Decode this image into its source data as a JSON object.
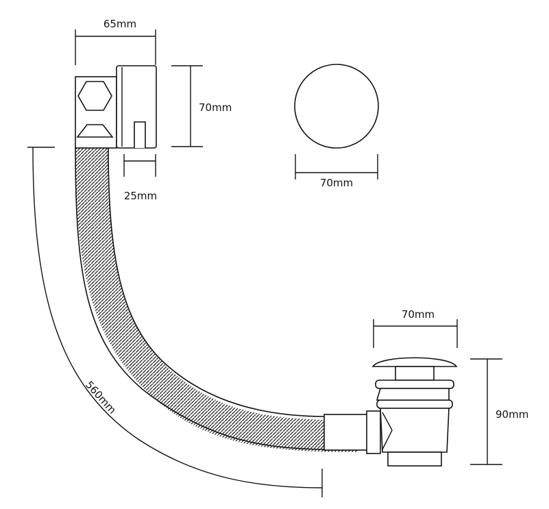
{
  "dimensions": {
    "overflow_width": "65mm",
    "overflow_height": "70mm",
    "overflow_slot": "25mm",
    "cap_diameter": "70mm",
    "waste_width": "70mm",
    "waste_height": "90mm",
    "hose_length": "560mm"
  },
  "colors": {
    "stroke": "#111111",
    "background": "#ffffff"
  }
}
